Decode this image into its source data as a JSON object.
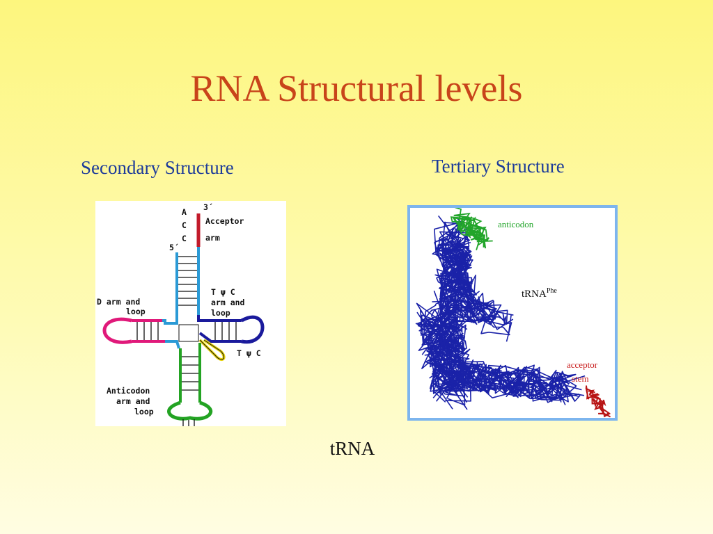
{
  "slide": {
    "title": "RNA Structural levels",
    "secondary_label": "Secondary Structure",
    "tertiary_label": "Tertiary Structure",
    "caption": "tRNA"
  },
  "secondary_diagram": {
    "end_3": "3´",
    "end_5": "5´",
    "acc_bases": [
      "A",
      "C",
      "C"
    ],
    "acceptor_line1": "Acceptor",
    "acceptor_line2": "arm",
    "d_arm_line1": "D arm and",
    "d_arm_line2": "loop",
    "t_arm_line1": "T ψ C",
    "t_arm_line2": "arm and",
    "t_arm_line3": "loop",
    "t_loop_label": "T ψ C",
    "anticodon_line1": "Anticodon",
    "anticodon_line2": "arm and",
    "anticodon_line3": "loop",
    "colors": {
      "acceptor": "#c21a2a",
      "stem_light": "#2a9ad6",
      "d_arm": "#e0197a",
      "t_arm": "#1a1a9c",
      "anticodon": "#23a323",
      "variable": "#e8d40a"
    }
  },
  "tertiary_diagram": {
    "anticodon_label": "anticodon",
    "trna_label": "tRNA",
    "trna_superscript": "Phe",
    "acceptor_line1": "acceptor",
    "acceptor_line2": "stem",
    "colors": {
      "backbone": "#1a22a8",
      "anticodon": "#22a52a",
      "acceptor": "#b81414",
      "frame": "#7db5ee"
    }
  }
}
